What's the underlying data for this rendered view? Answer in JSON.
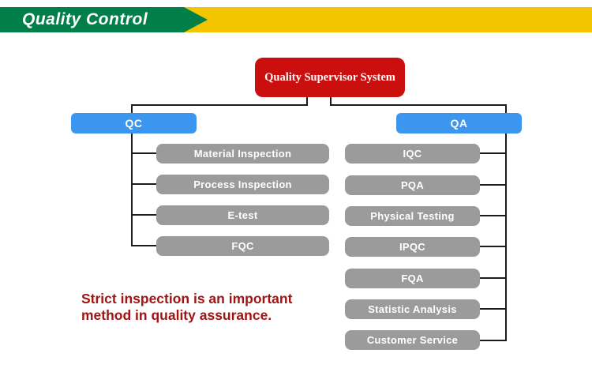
{
  "banner": {
    "title": "Quality Control"
  },
  "colors": {
    "banner_green": "#008048",
    "banner_yellow": "#F3C400",
    "root_red": "#CB0E0E",
    "branch_blue": "#3C96EF",
    "node_gray": "#9B9B9B",
    "note_red": "#A21313",
    "line_black": "#1B1B1B"
  },
  "chart": {
    "root": {
      "label": "Quality Supervisor System"
    },
    "branches": [
      {
        "label": "QC",
        "children": [
          "Material Inspection",
          "Process Inspection",
          "E-test",
          "FQC"
        ]
      },
      {
        "label": "QA",
        "children": [
          "IQC",
          "PQA",
          "Physical Testing",
          "IPQC",
          "FQA",
          "Statistic Analysis",
          "Customer Service"
        ]
      }
    ]
  },
  "note": {
    "line1": "Strict inspection is an important",
    "line2": "method in quality assurance."
  }
}
